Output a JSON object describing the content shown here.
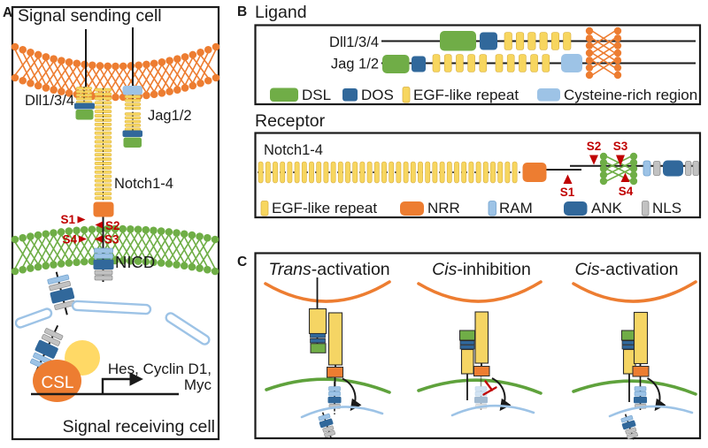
{
  "panelA": {
    "label": "A",
    "title": "Signal sending cell",
    "footer": "Signal receiving cell",
    "dll_label": "Dll1/3/4",
    "jag_label": "Jag1/2",
    "notch_label": "Notch1-4",
    "s1": "S1",
    "s2": "S2",
    "s3": "S3",
    "s4": "S4",
    "nicd_label": "NICD",
    "csl_label": "CSL",
    "target_genes_line1": "Hes, Cyclin D1,",
    "target_genes_line2": "Myc"
  },
  "panelB": {
    "label": "B",
    "ligand_section_title": "Ligand",
    "dll_row_label": "Dll1/3/4",
    "jag_row_label": "Jag 1/2",
    "ligand_legend": [
      {
        "label": "DSL",
        "color": "#70AD47"
      },
      {
        "label": "DOS",
        "color": "#31689B"
      },
      {
        "label": "EGF-like repeat",
        "color": "#F7D65F"
      },
      {
        "label": "Cysteine-rich region",
        "color": "#9DC3E6"
      }
    ],
    "receptor_section_title": "Receptor",
    "receptor_row_label": "Notch1-4",
    "s1": "S1",
    "s2": "S2",
    "s3": "S3",
    "s4": "S4",
    "receptor_legend": [
      {
        "label": "EGF-like repeat",
        "color": "#F7D65F"
      },
      {
        "label": "NRR",
        "color": "#ED7D31"
      },
      {
        "label": "RAM",
        "color": "#9DC3E6"
      },
      {
        "label": "ANK",
        "color": "#31689B"
      },
      {
        "label": "NLS",
        "color": "#C2C2C2"
      }
    ]
  },
  "panelC": {
    "label": "C",
    "columns": [
      {
        "title_italic": "Trans",
        "title_rest": "-activation"
      },
      {
        "title_italic": "Cis",
        "title_rest": "-inhibition"
      },
      {
        "title_italic": "Cis",
        "title_rest": "-activation"
      }
    ]
  },
  "colors": {
    "sending_membrane_orange": "#ED7D31",
    "receiving_membrane_green": "#6FAE46",
    "egf_yellow": "#F7D65F",
    "dsl_green": "#70AD47",
    "dos_ank_blue": "#31689B",
    "ram_cysteine_lightblue": "#9DC3E6",
    "nls_gray": "#C2C2C2",
    "nrr_orange": "#ED7D31",
    "cleavage_red": "#C00000",
    "nucleus_lightblue": "#9DC3E6",
    "csl_orange": "#ED7D31",
    "coactivator_yellow": "#FFD966"
  }
}
